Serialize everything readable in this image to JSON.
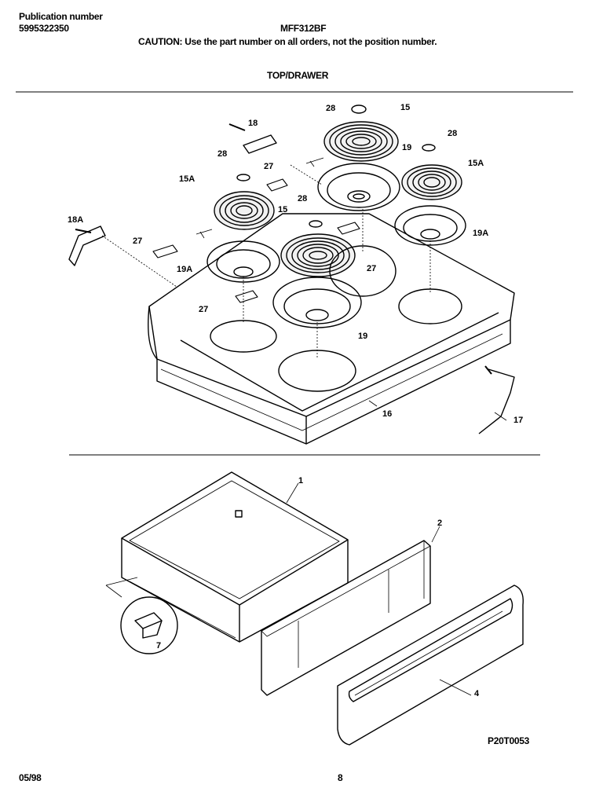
{
  "header": {
    "pub_label": "Publication number",
    "pub_number": "5995322350",
    "model": "MFF312BF",
    "caution": "CAUTION:  Use the part number on all orders, not the position number.",
    "section_title": "TOP/DRAWER"
  },
  "callouts": {
    "p15_top": "15",
    "p28_top": "28",
    "p18_top": "18",
    "p19_top": "19",
    "p28_right": "28",
    "p15a_right": "15A",
    "p28_left": "28",
    "p27_left": "27",
    "p15a_left": "15A",
    "p28_mid": "28",
    "p15_mid": "15",
    "p18a": "18A",
    "p19a_right": "19A",
    "p27_far_left": "27",
    "p27_right": "27",
    "p19a_left": "19A",
    "p27_bottom": "27",
    "p19_bottom": "19",
    "p16": "16",
    "p17": "17",
    "p1": "1",
    "p2": "2",
    "p7": "7",
    "p4": "4"
  },
  "footer": {
    "diagram_code": "P20T0053",
    "date": "05/98",
    "page": "8"
  }
}
